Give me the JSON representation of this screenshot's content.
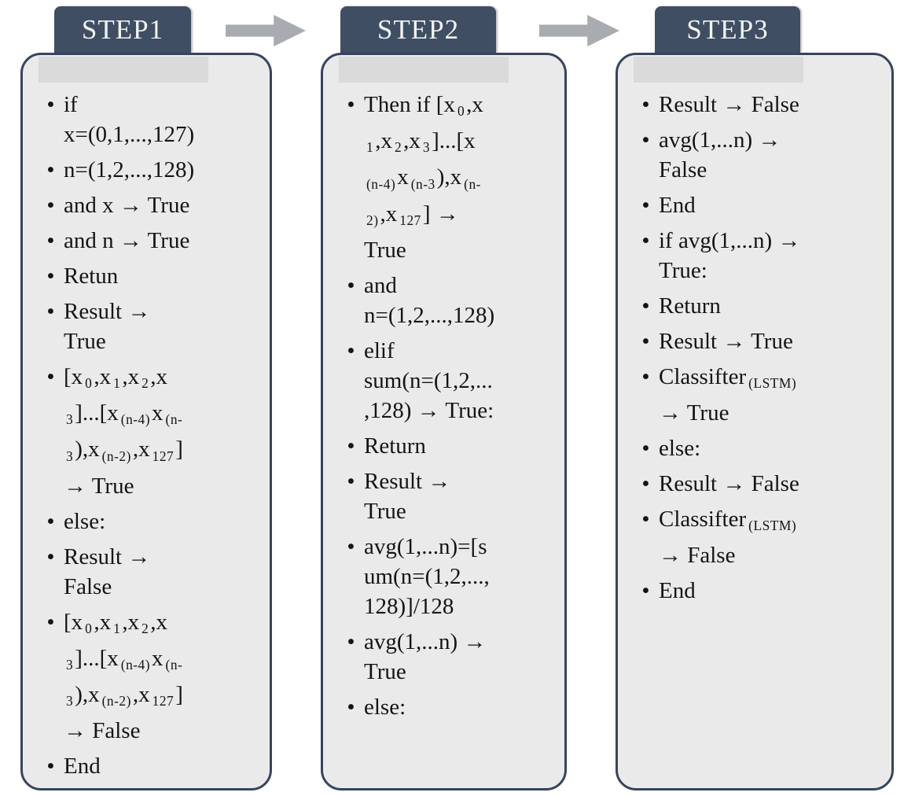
{
  "colors": {
    "page-bg": "#ffffff",
    "tab-bg": "#3f4e63",
    "tab-text": "#f2f3f5",
    "panel-bg": "#eaeaea",
    "panel-border": "#36455c",
    "band": "#dadadb",
    "arrow": "#a8abaf",
    "text": "#141414"
  },
  "steps": [
    {
      "title": "STEP1",
      "items": [
        [
          {
            "t": "if"
          },
          {
            "br": true
          },
          {
            "t": "x=(0,1,...,127)"
          }
        ],
        [
          {
            "t": "n=(1,2,...,128)"
          }
        ],
        [
          {
            "t": "and x → True"
          }
        ],
        [
          {
            "t": "and n → True"
          }
        ],
        [
          {
            "t": "Retun"
          }
        ],
        [
          {
            "t": "Result →"
          },
          {
            "br": true
          },
          {
            "t": "True"
          }
        ],
        [
          {
            "t": "[x"
          },
          {
            "t": "0",
            "sub": true
          },
          {
            "t": ",x"
          },
          {
            "t": "1",
            "sub": true
          },
          {
            "t": ",x"
          },
          {
            "t": "2",
            "sub": true
          },
          {
            "t": ",x"
          },
          {
            "br": true
          },
          {
            "t": "3",
            "sub": true
          },
          {
            "t": "]...[x"
          },
          {
            "t": "(n-4)",
            "sub": true
          },
          {
            "t": "x"
          },
          {
            "t": "(n-",
            "sub": true
          },
          {
            "br": true
          },
          {
            "t": "3",
            "sub": true
          },
          {
            "t": "),x"
          },
          {
            "t": "(n-2)",
            "sub": true
          },
          {
            "t": ",x"
          },
          {
            "t": "127",
            "sub": true
          },
          {
            "t": "]"
          },
          {
            "br": true
          },
          {
            "t": "→ True"
          }
        ],
        [
          {
            "t": "else:"
          }
        ],
        [
          {
            "t": "Result →"
          },
          {
            "br": true
          },
          {
            "t": "False"
          }
        ],
        [
          {
            "t": "[x"
          },
          {
            "t": "0",
            "sub": true
          },
          {
            "t": ",x"
          },
          {
            "t": "1",
            "sub": true
          },
          {
            "t": ",x"
          },
          {
            "t": "2",
            "sub": true
          },
          {
            "t": ",x"
          },
          {
            "br": true
          },
          {
            "t": "3",
            "sub": true
          },
          {
            "t": "]...[x"
          },
          {
            "t": "(n-4)",
            "sub": true
          },
          {
            "t": "x"
          },
          {
            "t": "(n-",
            "sub": true
          },
          {
            "br": true
          },
          {
            "t": "3",
            "sub": true
          },
          {
            "t": "),x"
          },
          {
            "t": "(n-2)",
            "sub": true
          },
          {
            "t": ",x"
          },
          {
            "t": "127",
            "sub": true
          },
          {
            "t": "]"
          },
          {
            "br": true
          },
          {
            "t": "→ False"
          }
        ],
        [
          {
            "t": "End"
          }
        ]
      ]
    },
    {
      "title": "STEP2",
      "items": [
        [
          {
            "t": "Then if [x"
          },
          {
            "t": "0",
            "sub": true
          },
          {
            "t": ",x"
          },
          {
            "br": true
          },
          {
            "t": "1",
            "sub": true
          },
          {
            "t": ",x"
          },
          {
            "t": "2",
            "sub": true
          },
          {
            "t": ",x"
          },
          {
            "t": "3",
            "sub": true
          },
          {
            "t": "]...[x"
          },
          {
            "br": true
          },
          {
            "t": "(n-4)",
            "sub": true
          },
          {
            "t": "x"
          },
          {
            "t": "(n-3",
            "sub": true
          },
          {
            "t": "),x"
          },
          {
            "t": "(n-",
            "sub": true
          },
          {
            "br": true
          },
          {
            "t": "2)",
            "sub": true
          },
          {
            "t": ",x"
          },
          {
            "t": "127",
            "sub": true
          },
          {
            "t": "] →"
          },
          {
            "br": true
          },
          {
            "t": "True"
          }
        ],
        [
          {
            "t": "and"
          },
          {
            "br": true
          },
          {
            "t": "n=(1,2,...,128)"
          }
        ],
        [
          {
            "t": "elif"
          },
          {
            "br": true
          },
          {
            "t": "sum(n=(1,2,..."
          },
          {
            "br": true
          },
          {
            "t": ",128) → True:"
          }
        ],
        [
          {
            "t": "Return"
          }
        ],
        [
          {
            "t": "Result →"
          },
          {
            "br": true
          },
          {
            "t": "True"
          }
        ],
        [
          {
            "t": "avg(1,...n)=[s"
          },
          {
            "br": true
          },
          {
            "t": "um(n=(1,2,...,"
          },
          {
            "br": true
          },
          {
            "t": "128)]/128"
          }
        ],
        [
          {
            "t": "avg(1,...n) →"
          },
          {
            "br": true
          },
          {
            "t": "True"
          }
        ],
        [
          {
            "t": "else:"
          }
        ]
      ]
    },
    {
      "title": "STEP3",
      "items": [
        [
          {
            "t": "Result → False"
          }
        ],
        [
          {
            "t": "avg(1,...n) →"
          },
          {
            "br": true
          },
          {
            "t": "False"
          }
        ],
        [
          {
            "t": "End"
          }
        ],
        [
          {
            "t": "if avg(1,...n) →"
          },
          {
            "br": true
          },
          {
            "t": "True:"
          }
        ],
        [
          {
            "t": "Return"
          }
        ],
        [
          {
            "t": "Result → True"
          }
        ],
        [
          {
            "t": "Classifter"
          },
          {
            "t": "(LSTM)",
            "sub": true
          },
          {
            "br": true
          },
          {
            "t": "→ True"
          }
        ],
        [
          {
            "t": "else:"
          }
        ],
        [
          {
            "t": "Result → False"
          }
        ],
        [
          {
            "t": "Classifter"
          },
          {
            "t": "(LSTM)",
            "sub": true
          },
          {
            "br": true
          },
          {
            "t": "→ False"
          }
        ],
        [
          {
            "t": "End"
          }
        ]
      ]
    }
  ]
}
